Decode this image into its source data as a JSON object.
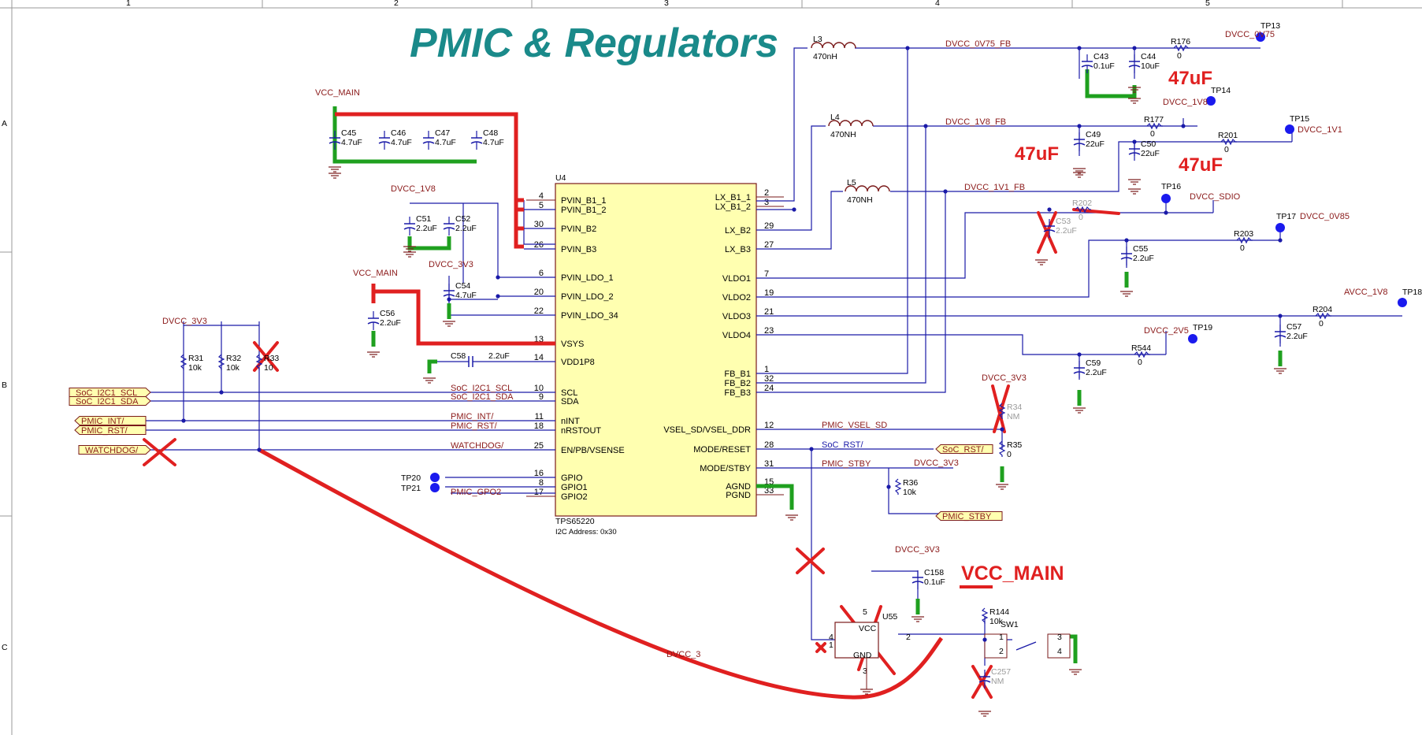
{
  "title": "PMIC & Regulators",
  "border_cols": [
    "1",
    "2",
    "3",
    "4",
    "5"
  ],
  "border_rows": [
    "A",
    "B",
    "C"
  ],
  "ic": {
    "ref": "U4",
    "part": "TPS65220",
    "addr": "I2C Address: 0x30",
    "left_pins": [
      {
        "num": "4",
        "name": "PVIN_B1_1"
      },
      {
        "num": "5",
        "name": "PVIN_B1_2"
      },
      {
        "num": "30",
        "name": "PVIN_B2"
      },
      {
        "num": "26",
        "name": "PVIN_B3"
      },
      {
        "num": "6",
        "name": "PVIN_LDO_1"
      },
      {
        "num": "20",
        "name": "PVIN_LDO_2"
      },
      {
        "num": "22",
        "name": "PVIN_LDO_34"
      },
      {
        "num": "13",
        "name": "VSYS"
      },
      {
        "num": "14",
        "name": "VDD1P8"
      },
      {
        "num": "10",
        "name": "SCL"
      },
      {
        "num": "9",
        "name": "SDA"
      },
      {
        "num": "11",
        "name": "nINT"
      },
      {
        "num": "18",
        "name": "nRSTOUT"
      },
      {
        "num": "25",
        "name": "EN/PB/VSENSE"
      },
      {
        "num": "16",
        "name": "GPIO"
      },
      {
        "num": "8",
        "name": "GPIO1"
      },
      {
        "num": "17",
        "name": "GPIO2"
      }
    ],
    "right_pins": [
      {
        "num": "2",
        "name": "LX_B1_1"
      },
      {
        "num": "3",
        "name": "LX_B1_2"
      },
      {
        "num": "29",
        "name": "LX_B2"
      },
      {
        "num": "27",
        "name": "LX_B3"
      },
      {
        "num": "7",
        "name": "VLDO1"
      },
      {
        "num": "19",
        "name": "VLDO2"
      },
      {
        "num": "21",
        "name": "VLDO3"
      },
      {
        "num": "23",
        "name": "VLDO4"
      },
      {
        "num": "1",
        "name": "FB_B1"
      },
      {
        "num": "32",
        "name": "FB_B2"
      },
      {
        "num": "24",
        "name": "FB_B3"
      },
      {
        "num": "12",
        "name": "VSEL_SD/VSEL_DDR"
      },
      {
        "num": "28",
        "name": "MODE/RESET"
      },
      {
        "num": "31",
        "name": "MODE/STBY"
      },
      {
        "num": "15",
        "name": "AGND"
      },
      {
        "num": "33",
        "name": "PGND"
      }
    ]
  },
  "power": {
    "vcc_main": "VCC_MAIN",
    "dvcc_1v8": "DVCC_1V8",
    "dvcc_3v3": "DVCC_3V3",
    "dvcc_0v75": "DVCC_0V75",
    "dvcc_1v1": "DVCC_1V1",
    "dvcc_sdio": "DVCC_SDIO",
    "dvcc_0v85": "DVCC_0V85",
    "avcc_1v8": "AVCC_1V8",
    "dvcc_2v5": "DVCC_2V5",
    "dvcc_partial": "DVCC_3"
  },
  "nets": {
    "fb_0v75": "DVCC_0V75_FB",
    "fb_1v8": "DVCC_1V8_FB",
    "fb_1v1": "DVCC_1V1_FB",
    "scl": "SoC_I2C1_SCL",
    "sda": "SoC_I2C1_SDA",
    "int": "PMIC_INT/",
    "rst": "PMIC_RST/",
    "wdog": "WATCHDOG/",
    "vsel": "PMIC_VSEL_SD",
    "socrst": "SoC_RST/",
    "stby": "PMIC_STBY",
    "gpo2": "PMIC_GPO2"
  },
  "ports": {
    "scl": "SoC_I2C1_SCL",
    "sda": "SoC_I2C1_SDA",
    "int": "PMIC_INT/",
    "rst": "PMIC_RST/",
    "wdog": "WATCHDOG/",
    "socrst": "SoC_RST/",
    "stby": "PMIC_STBY"
  },
  "inductors": [
    {
      "ref": "L3",
      "val": "470nH"
    },
    {
      "ref": "L4",
      "val": "470NH"
    },
    {
      "ref": "L5",
      "val": "470NH"
    }
  ],
  "caps": {
    "c45": [
      "C45",
      "4.7uF"
    ],
    "c46": [
      "C46",
      "4.7uF"
    ],
    "c47": [
      "C47",
      "4.7uF"
    ],
    "c48": [
      "C48",
      "4.7uF"
    ],
    "c51": [
      "C51",
      "2.2uF"
    ],
    "c52": [
      "C52",
      "2.2uF"
    ],
    "c54": [
      "C54",
      "4.7uF"
    ],
    "c56": [
      "C56",
      "2.2uF"
    ],
    "c58": [
      "C58",
      "2.2uF"
    ],
    "c43": [
      "C43",
      "0.1uF"
    ],
    "c44": [
      "C44",
      "10uF"
    ],
    "c49": [
      "C49",
      "22uF"
    ],
    "c50": [
      "C50",
      "22uF"
    ],
    "c53": [
      "C53",
      "2.2uF"
    ],
    "c55": [
      "C55",
      "2.2uF"
    ],
    "c57": [
      "C57",
      "2.2uF"
    ],
    "c59": [
      "C59",
      "2.2uF"
    ],
    "c158": [
      "C158",
      "0.1uF"
    ],
    "c257": [
      "C257",
      "NM"
    ]
  },
  "resistors": {
    "r31": [
      "R31",
      "10k"
    ],
    "r32": [
      "R32",
      "10k"
    ],
    "r33": [
      "R33",
      "10"
    ],
    "r176": [
      "R176",
      "0"
    ],
    "r177": [
      "R177",
      "0"
    ],
    "r201": [
      "R201",
      "0"
    ],
    "r202": [
      "R202",
      "0"
    ],
    "r203": [
      "R203",
      "0"
    ],
    "r204": [
      "R204",
      "0"
    ],
    "r544": [
      "R544",
      "0"
    ],
    "r34": [
      "R34",
      "NM"
    ],
    "r35": [
      "R35",
      "0"
    ],
    "r36": [
      "R36",
      "10k"
    ],
    "r144": [
      "R144",
      "10k"
    ]
  },
  "testpoints": {
    "tp13": "TP13",
    "tp14": "TP14",
    "tp15": "TP15",
    "tp16": "TP16",
    "tp17": "TP17",
    "tp18": "TP18",
    "tp19": "TP19",
    "tp20": "TP20",
    "tp21": "TP21"
  },
  "switch": "SW1",
  "u55": {
    "ref": "U55",
    "gnd": "GND",
    "vcc": "VCC"
  },
  "annotations": {
    "a47_1": "47uF",
    "a47_2": "47uF",
    "a47_3": "47uF",
    "vcc_main": "VCC_MAIN"
  },
  "colors": {
    "wire": "#1a1aa8",
    "markup_red": "#e02020",
    "markup_green": "#1fa01f",
    "ic_fill": "#ffffb0",
    "title": "#1a8a8a",
    "net_text": "#8b1a1a"
  }
}
